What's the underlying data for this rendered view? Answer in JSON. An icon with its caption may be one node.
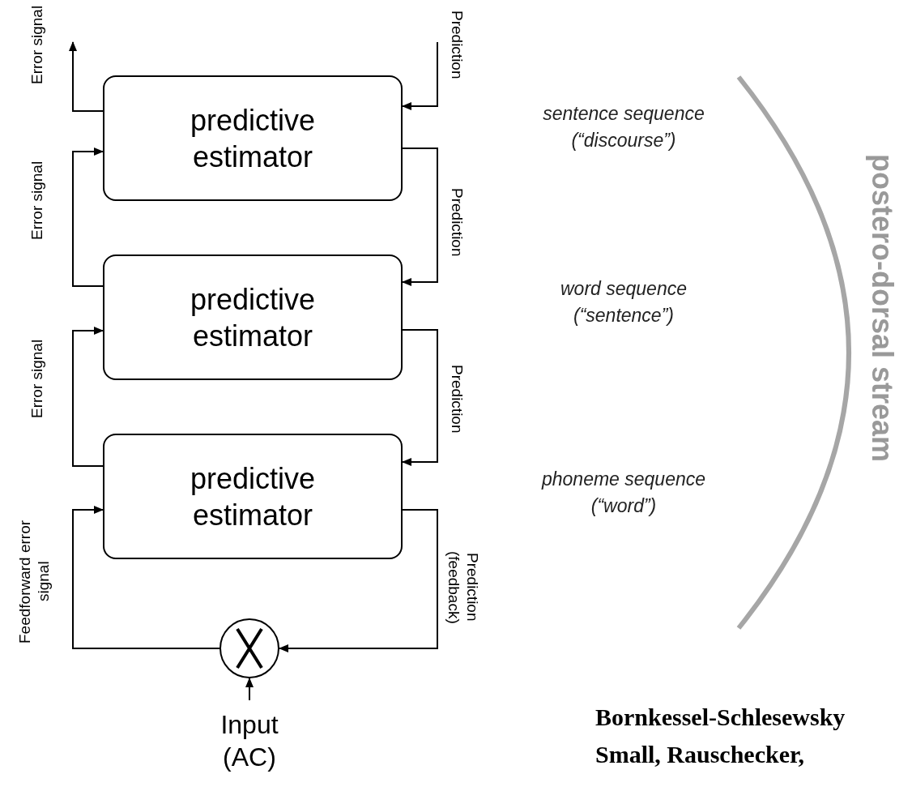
{
  "diagram": {
    "nodes": [
      {
        "text": [
          "predictive estimator"
        ]
      },
      {
        "text": [
          "predictive estimator"
        ]
      },
      {
        "text": [
          "predictive estimator"
        ]
      },
      {
        "text": [],
        "shape": "circle"
      },
      {
        "text": [
          "Input (AC)"
        ]
      }
    ],
    "edges": [
      {
        "from": 4,
        "to": 3,
        "arrow": "to"
      },
      {
        "from": 3,
        "to": 2,
        "arrow": "to",
        "label": "Feedforward error signal"
      },
      {
        "from": 2,
        "to": 1,
        "arrow": "to",
        "label": "Error signal"
      },
      {
        "from": 1,
        "to": 0,
        "arrow": "to",
        "label": "Error signal"
      },
      {
        "from": 0,
        "to": null,
        "arrow": "to",
        "label": "Error signal"
      },
      {
        "from": null,
        "to": 0,
        "arrow": "to",
        "label": "Prediction"
      },
      {
        "from": 0,
        "to": 1,
        "arrow": "to",
        "label": "Prediction"
      },
      {
        "from": 1,
        "to": 2,
        "arrow": "to",
        "label": "Prediction"
      },
      {
        "from": 2,
        "to": 3,
        "arrow": "to",
        "label": "Prediction (feedback)"
      }
    ],
    "labels": [
      "sentence sequence (“discourse”)",
      "word sequence (“sentence”)",
      "phoneme sequence (“word”)",
      "postero-dorsal stream",
      "Bornkessel-Schlesewsky",
      "Small, Rauschecker,"
    ]
  }
}
